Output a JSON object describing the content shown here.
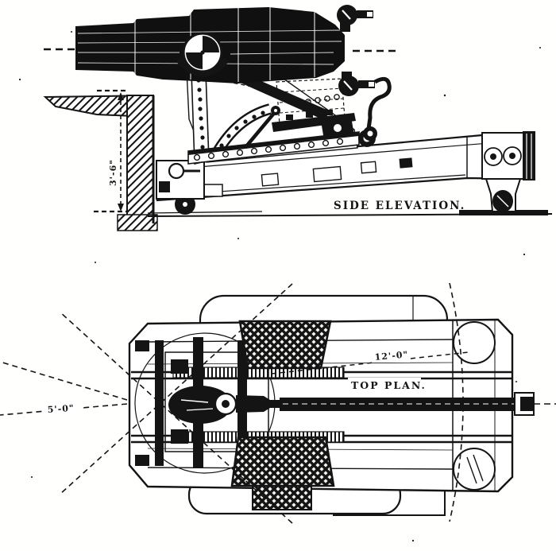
{
  "page": {
    "background": "#ffffff",
    "ink": "#141414"
  },
  "side_elevation": {
    "caption": "SIDE ELEVATION.",
    "height_dimension": "3'-6\""
  },
  "top_plan": {
    "caption": "TOP PLAN.",
    "length_dimension": "12'-0\"",
    "offset_dimension": "5'-0\""
  }
}
